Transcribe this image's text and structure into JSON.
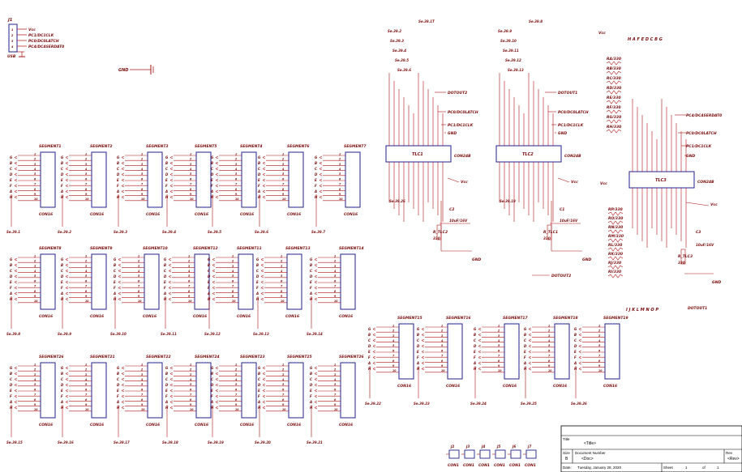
{
  "colors": {
    "wire": "#b01414",
    "body": "#20208c",
    "pin": "#b01414",
    "text": "#7a0a0a",
    "bg": "#ffffff",
    "border": "#000000"
  },
  "header": {
    "ref": "J1",
    "net_labels": [
      "Vcc",
      "PC1/DC1CLK",
      "PC0/DC0LATCH",
      "PC4/DC4SERDAT0"
    ],
    "pins": [
      "1",
      "2",
      "3",
      "4"
    ],
    "gnd_label": "GND",
    "name": "USB"
  },
  "gnd_label": "GND",
  "rows": [
    {
      "segments": [
        {
          "name": "SEGMENT1",
          "conn": "CON16",
          "probe": "Se.39.1"
        },
        {
          "name": "SEGMENT2",
          "conn": "CON16",
          "probe": "Se.39.2"
        },
        {
          "name": "SEGMENT3",
          "conn": "CON16",
          "probe": "Se.39.3"
        },
        {
          "name": "SEGMENT5",
          "conn": "CON16",
          "probe": "Se.39.4"
        },
        {
          "name": "SEGMENT4",
          "conn": "CON16",
          "probe": "Se.39.5"
        },
        {
          "name": "SEGMENT6",
          "conn": "CON16",
          "probe": "Se.39.6"
        },
        {
          "name": "SEGMENT7",
          "conn": "CON16",
          "probe": "Se.39.7"
        }
      ]
    },
    {
      "segments": [
        {
          "name": "SEGMENT8",
          "conn": "CON16",
          "probe": "Se.39.8"
        },
        {
          "name": "SEGMENT9",
          "conn": "CON16",
          "probe": "Se.39.9"
        },
        {
          "name": "SEGMENT10",
          "conn": "CON16",
          "probe": "Se.39.10"
        },
        {
          "name": "SEGMENT12",
          "conn": "CON16",
          "probe": "Se.39.11"
        },
        {
          "name": "SEGMENT11",
          "conn": "CON16",
          "probe": "Se.39.12"
        },
        {
          "name": "SEGMENT13",
          "conn": "CON16",
          "probe": "Se.39.13"
        },
        {
          "name": "SEGMENT14",
          "conn": "CON16",
          "probe": "Se.39.14"
        }
      ]
    },
    {
      "segments": [
        {
          "name": "SEGMENT26",
          "conn": "CON16",
          "probe": "Se.39.15"
        },
        {
          "name": "SEGMENT21",
          "conn": "CON16",
          "probe": "Se.39.16"
        },
        {
          "name": "SEGMENT22",
          "conn": "CON16",
          "probe": "Se.39.17"
        },
        {
          "name": "SEGMENT24",
          "conn": "CON16",
          "probe": "Se.39.18"
        },
        {
          "name": "SEGMENT23",
          "conn": "CON16",
          "probe": "Se.39.19"
        },
        {
          "name": "SEGMENT25",
          "conn": "CON16",
          "probe": "Se.39.20"
        },
        {
          "name": "SEGMENT26",
          "conn": "CON16",
          "probe": "Se.39.21"
        }
      ]
    },
    {
      "segments": [
        {
          "name": "SEGMENT15",
          "conn": "CON16",
          "probe": "Se.39.22"
        },
        {
          "name": "SEGMENT16",
          "conn": "CON16",
          "probe": "Se.39.23"
        },
        {
          "name": "SEGMENT17",
          "conn": "CON16",
          "probe": "Se.39.24"
        },
        {
          "name": "SEGMENT18",
          "conn": "CON16",
          "probe": "Se.39.25"
        },
        {
          "name": "SEGMENT19",
          "conn": "CON16",
          "probe": "Se.39.26"
        }
      ]
    }
  ],
  "seg_pin_letters": [
    "G",
    "B",
    "C",
    "D",
    "E",
    "F",
    "A",
    "H"
  ],
  "tlc": [
    {
      "name": "TLC1",
      "conn": "CON24B",
      "top_probe": "Se.39.1T",
      "probes_left": [
        "Se.39.2",
        "Se.39.3",
        "Se.39.4",
        "Se.39.5",
        "Se.39.6"
      ],
      "bottom_probe": "Se.39.26",
      "nets": [
        "DOTOUT2",
        "PC0/DC0LATCH",
        "PC1/DC1CLK",
        "GND"
      ],
      "vcc": "Vcc",
      "cap": "C2",
      "cap_val": "10uF/16V",
      "res": "R_TLC2",
      "res_val": "330",
      "gnd": "GND"
    },
    {
      "name": "TLC2",
      "conn": "CON24B",
      "top_probe": "Se.39.8",
      "probes_left": [
        "Se.39.9",
        "Se.39.10",
        "Se.39.11",
        "Se.39.12",
        "Se.39.13"
      ],
      "bottom_probe": "Se.39.19",
      "nets": [
        "DOTOUT1",
        "PC0/DC0LATCH",
        "PC1/DC1CLK",
        "GND"
      ],
      "vcc": "Vcc",
      "cap": "C1",
      "cap_val": "10uF/16V",
      "res": "R_TLC1",
      "res_val": "330",
      "gnd": "GND",
      "extra_net": "DOTOUT2"
    },
    {
      "name": "TLC3",
      "conn": "CON24B",
      "top_letters": "H A F E D C B G",
      "bottom_letters": "I J K L M N O P",
      "resistors": [
        "RA/330",
        "RB/330",
        "RC/330",
        "RD/330",
        "RE/330",
        "RF/330",
        "RG/330",
        "RH/330"
      ],
      "resistors_bottom": [
        "RP/330",
        "RO/330",
        "RN/330",
        "RM/330",
        "RL/330",
        "RK/330",
        "RJ/330",
        "RI/330"
      ],
      "nets": [
        "PC4/DC4SERDAT0",
        "PC0/DC0LATCH",
        "PC1/DC1CLK",
        "GND"
      ],
      "vcc": "Vcc",
      "cap": "C3",
      "cap_val": "10uF/16V",
      "res": "R_TLC3",
      "res_val": "330",
      "gnd": "GND",
      "out_net": "DOTOUT1"
    }
  ],
  "small_connectors": [
    {
      "ref": "J2",
      "name": "CON1"
    },
    {
      "ref": "J3",
      "name": "CON1"
    },
    {
      "ref": "J4",
      "name": "CON1"
    },
    {
      "ref": "J5",
      "name": "CON1"
    },
    {
      "ref": "J6",
      "name": "CON1"
    },
    {
      "ref": "J7",
      "name": "CON1"
    }
  ],
  "title_block": {
    "title_label": "Title",
    "title": "<Title>",
    "size_label": "Size",
    "size": "B",
    "doc_label": "Document Number",
    "doc": "<Doc>",
    "rev_label": "Rev",
    "rev": "<Rev>",
    "date_label": "Date:",
    "date": "Tuesday, January 28, 2020",
    "sheet_label": "Sheet",
    "sheet": "1",
    "of_label": "of",
    "of": "1"
  }
}
